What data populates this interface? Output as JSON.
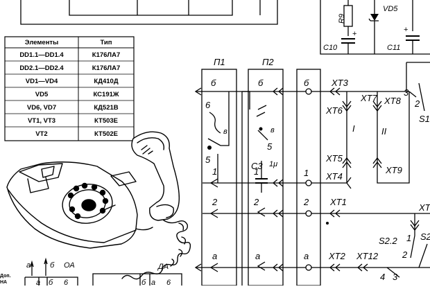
{
  "table": {
    "header": {
      "col1": "Элементы",
      "col2": "Тип"
    },
    "rows": [
      {
        "elements": "DD1.1—DD1.4",
        "type": "К176ЛА7"
      },
      {
        "elements": "DD2.1—DD2.4",
        "type": "К176ЛА7"
      },
      {
        "elements": "VD1—VD4",
        "type": "КД410Д"
      },
      {
        "elements": "VD5",
        "type": "КС191Ж"
      },
      {
        "elements": "VD6, VD7",
        "type": "КД521В"
      },
      {
        "elements": "VT1, VT3",
        "type": "КТ503Е"
      },
      {
        "elements": "VT2",
        "type": "КТ502Е"
      }
    ]
  },
  "top_components": {
    "r9": "R9",
    "vd5": "VD5",
    "c10": "C10",
    "c11": "C11",
    "plus": "+"
  },
  "switches": {
    "p1": {
      "title": "П1",
      "pins": [
        "б",
        "6",
        "в",
        "5",
        "1",
        "2",
        "а"
      ]
    },
    "p2": {
      "title": "П2",
      "pins": [
        "б",
        "в",
        "5",
        "1",
        "2",
        "а"
      ]
    },
    "cap": {
      "name": "C3",
      "value": "1μ"
    },
    "terminals": [
      "б",
      "1",
      "2",
      "а"
    ]
  },
  "connectors": {
    "xt3": "XT3",
    "xt6": "XT6",
    "xt7": "XT7",
    "xt8": "XT8",
    "xt5": "XT5",
    "xt4": "XT4",
    "xt9": "XT9",
    "xt1": "XT1",
    "xt2": "XT2",
    "xt12": "XT12",
    "xt_right": "XT",
    "roman1": "I",
    "roman2": "II"
  },
  "switch_s": {
    "s1": "S1",
    "s2_2": "S2.2",
    "s2": "S2",
    "n3": "3",
    "n2": "2",
    "n1": "1",
    "n4": "4",
    "n3b": "3"
  },
  "bottom": {
    "oa": "ОА",
    "da": "ДА",
    "a": "а",
    "b": "б",
    "six": "6",
    "dop": "Доп.",
    "ha": "НА"
  }
}
